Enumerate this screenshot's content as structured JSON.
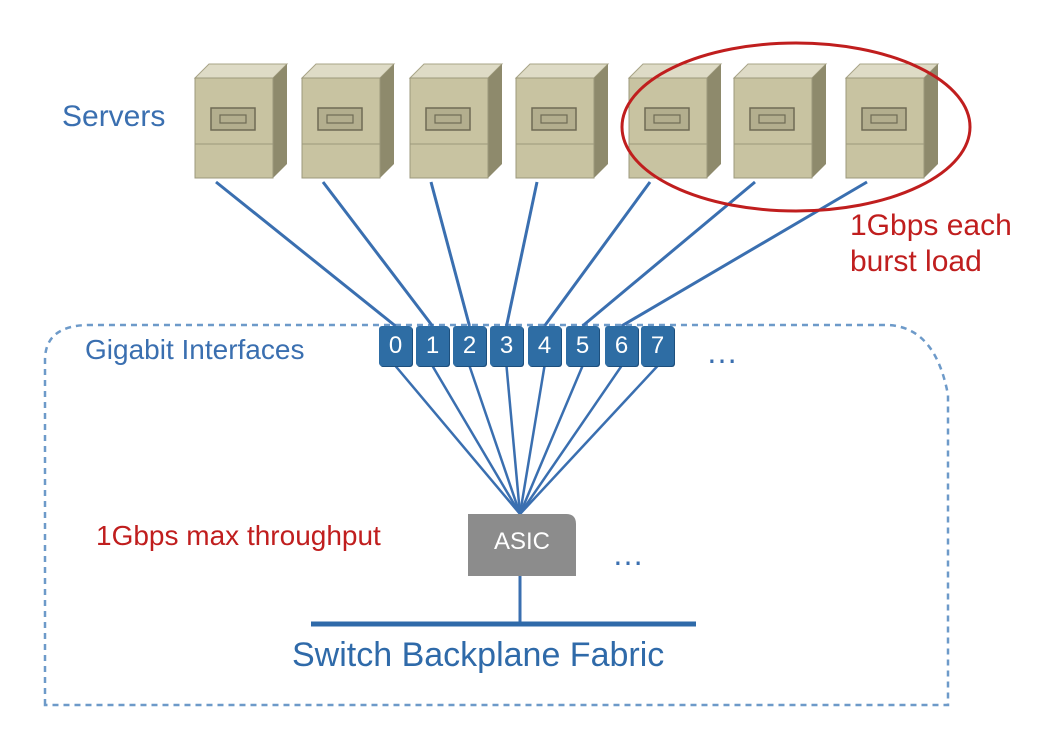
{
  "labels": {
    "servers": "Servers",
    "burst_line1": "1Gbps each",
    "burst_line2": "burst load",
    "gigabit_interfaces": "Gigabit Interfaces",
    "max_throughput": "1Gbps max throughput",
    "asic": "ASIC",
    "backplane": "Switch Backplane Fabric",
    "ellipsis": "…"
  },
  "ports": [
    "0",
    "1",
    "2",
    "3",
    "4",
    "5",
    "6",
    "7"
  ],
  "server_count": 7,
  "highlighted_servers": 3,
  "colors": {
    "server_front": "#c8c3a1",
    "server_side": "#8e8a6c",
    "server_top": "#dedbc6",
    "link": "#3a6fb0",
    "port": "#2e6da4",
    "highlight": "#c01e1e",
    "asic": "#8c8c8c",
    "boundary": "#6d9ac9"
  }
}
